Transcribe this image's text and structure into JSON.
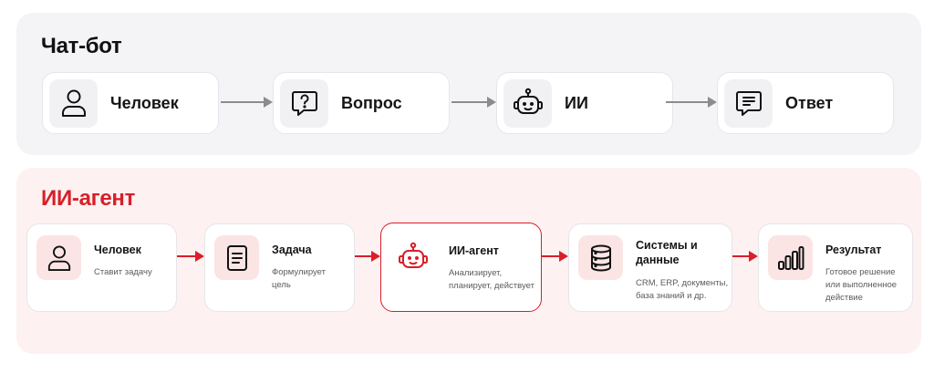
{
  "chatbot": {
    "title": "Чат-бот",
    "steps": [
      {
        "label": "Человек",
        "icon": "person-icon"
      },
      {
        "label": "Вопрос",
        "icon": "question-bubble-icon"
      },
      {
        "label": "ИИ",
        "icon": "robot-icon"
      },
      {
        "label": "Ответ",
        "icon": "message-icon"
      }
    ]
  },
  "agent": {
    "title": "ИИ-агент",
    "steps": [
      {
        "title": "Человек",
        "description": "Ставит задачу",
        "icon": "person-icon"
      },
      {
        "title": "Задача",
        "description": "Формулирует цель",
        "icon": "document-icon"
      },
      {
        "title": "ИИ-агент",
        "description": "Анализирует, планирует, действует",
        "icon": "robot-icon"
      },
      {
        "title": "Системы и данные",
        "description": "CRM, ERP, документы, база знаний и др.",
        "icon": "database-icon"
      },
      {
        "title": "Результат",
        "description": "Готовое решение или выполненное действие",
        "icon": "bar-chart-icon"
      }
    ]
  },
  "colors": {
    "accent": "#d81f2a",
    "chatbot_panel_bg": "#f4f4f6",
    "agent_panel_bg": "#fdf1f1",
    "arrow_gray": "#8c8c90"
  }
}
